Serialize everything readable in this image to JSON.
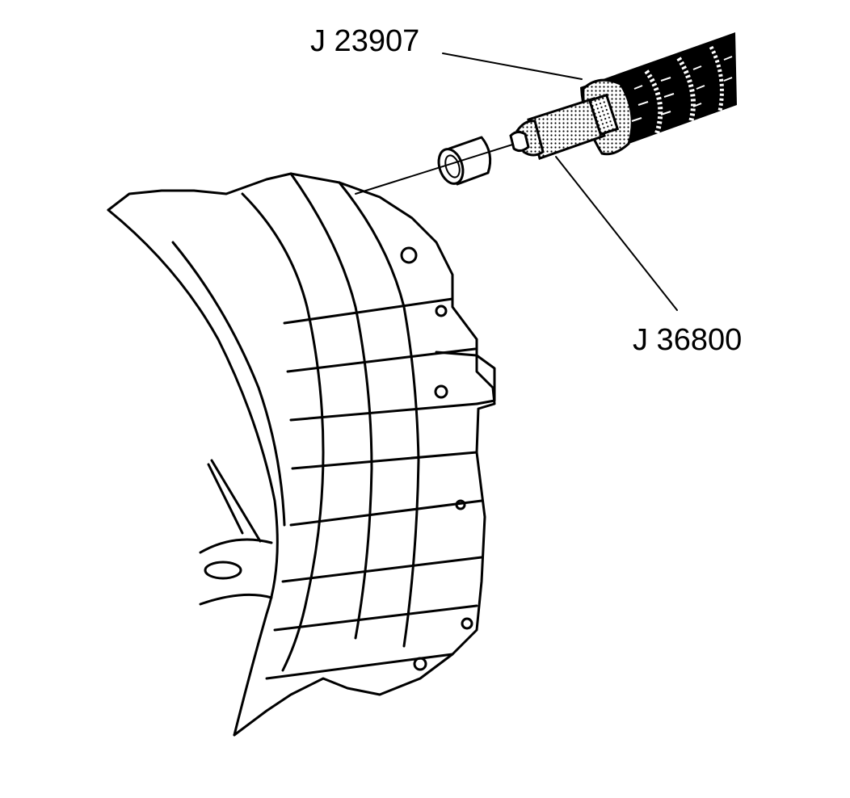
{
  "figure": {
    "subject": "Transmission case with bushing installation tools",
    "labels": [
      {
        "id": "tool-handle",
        "text": "J 23907"
      },
      {
        "id": "tool-installer",
        "text": "J 36800"
      }
    ],
    "colors": {
      "ink": "#000000",
      "paper": "#ffffff"
    }
  }
}
